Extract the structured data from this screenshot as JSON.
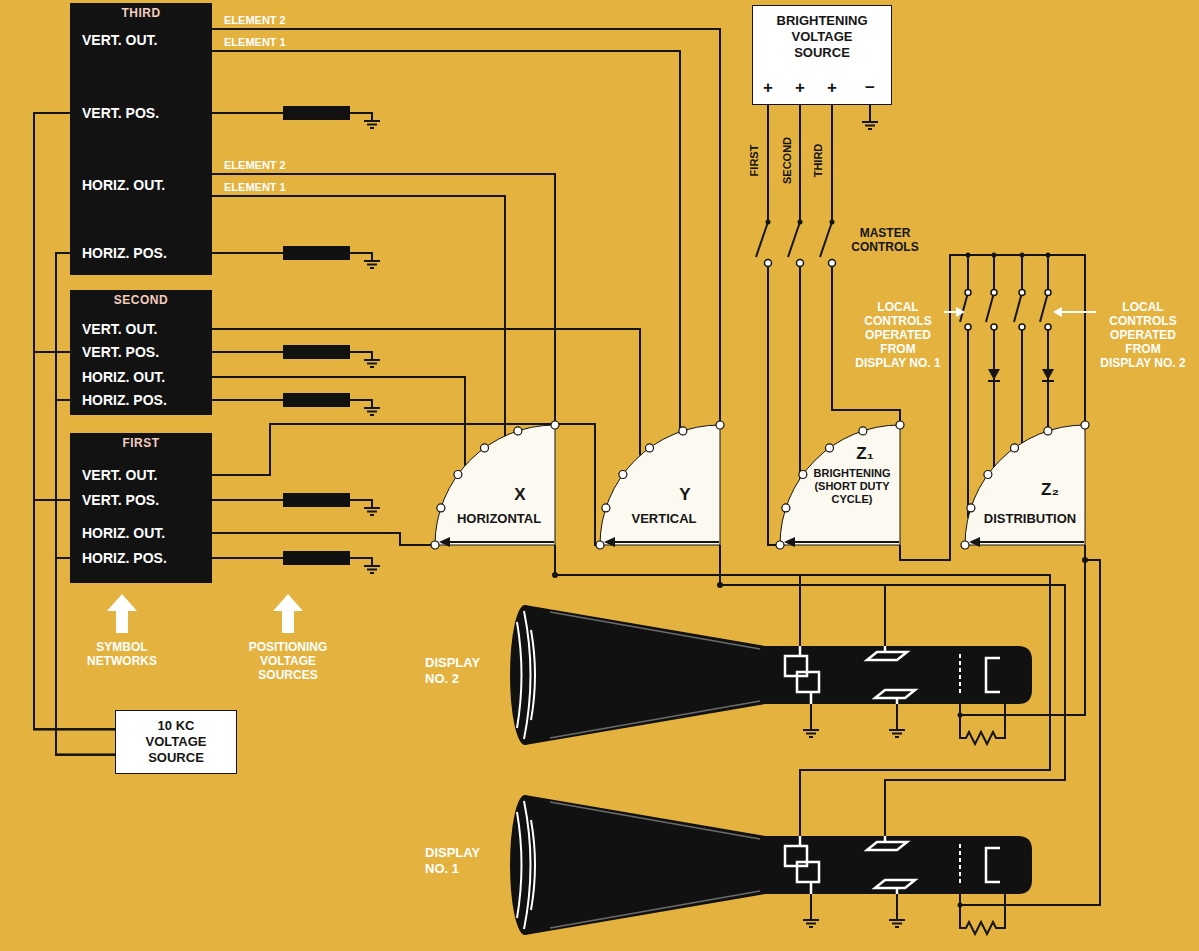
{
  "diagram": {
    "nodes": [
      {
        "text": [
          "THIRD",
          "VERT. OUT.",
          "VERT. POS.",
          "HORIZ. OUT.",
          "HORIZ. POS."
        ]
      },
      {
        "text": [
          "BRIGHTENING VOLTAGE SOURCE",
          "+",
          "+",
          "+",
          "−"
        ]
      },
      {
        "text": [
          "SECOND",
          "VERT. OUT.",
          "VERT. POS.",
          "HORIZ. OUT.",
          "HORIZ. POS."
        ]
      },
      {
        "text": [
          "FIRST",
          "VERT. OUT.",
          "VERT. POS.",
          "HORIZ. OUT.",
          "HORIZ. POS."
        ]
      },
      {
        "text": [
          "X",
          "HORIZONTAL"
        ]
      },
      {
        "text": [
          "Y",
          "VERTICAL"
        ]
      },
      {
        "text": [
          "Z₁",
          "BRIGHTENING (SHORT DUTY CYCLE)"
        ]
      },
      {
        "text": [
          "Z₂",
          "DISTRIBUTION"
        ]
      },
      {
        "text": [
          "DISPLAY NO. 2"
        ]
      },
      {
        "text": [
          "10 KC VOLTAGE SOURCE"
        ]
      },
      {
        "text": [
          "DISPLAY NO. 1"
        ]
      }
    ],
    "edges": [
      {
        "from": 0,
        "to": 5,
        "label": "ELEMENT 2",
        "arrow": "none"
      },
      {
        "from": 0,
        "to": 5,
        "label": "ELEMENT 1",
        "arrow": "none"
      },
      {
        "from": 0,
        "to": 4,
        "label": "ELEMENT 2",
        "arrow": "none"
      },
      {
        "from": 0,
        "to": 4,
        "label": "ELEMENT 1",
        "arrow": "none"
      },
      {
        "from": 2,
        "to": 5,
        "arrow": "none"
      },
      {
        "from": 2,
        "to": 4,
        "arrow": "none"
      },
      {
        "from": 3,
        "to": 5,
        "arrow": "none"
      },
      {
        "from": 3,
        "to": 4,
        "arrow": "none"
      },
      {
        "from": 9,
        "to": 0,
        "arrow": "none"
      },
      {
        "from": 9,
        "to": 2,
        "arrow": "none"
      },
      {
        "from": 9,
        "to": 3,
        "arrow": "none"
      },
      {
        "from": 9,
        "to": 0,
        "arrow": "none"
      },
      {
        "from": 9,
        "to": 2,
        "arrow": "none"
      },
      {
        "from": 9,
        "to": 3,
        "arrow": "none"
      },
      {
        "from": 1,
        "to": 6,
        "label": "FIRST",
        "arrow": "none"
      },
      {
        "from": 1,
        "to": 6,
        "label": "SECOND",
        "arrow": "none"
      },
      {
        "from": 1,
        "to": 6,
        "label": "THIRD",
        "arrow": "none"
      },
      {
        "from": 6,
        "to": 7,
        "arrow": "none"
      },
      {
        "from": 4,
        "to": 8,
        "arrow": "none"
      },
      {
        "from": 5,
        "to": 8,
        "arrow": "none"
      },
      {
        "from": 4,
        "to": 10,
        "arrow": "none"
      },
      {
        "from": 5,
        "to": 10,
        "arrow": "none"
      },
      {
        "from": 7,
        "to": 8,
        "arrow": "none"
      },
      {
        "from": 7,
        "to": 10,
        "arrow": "none"
      }
    ],
    "labels": [
      "MASTER CONTROLS",
      "LOCAL CONTROLS OPERATED FROM DISPLAY NO. 1",
      "LOCAL CONTROLS OPERATED FROM DISPLAY NO. 2",
      "SYMBOL NETWORKS",
      "POSITIONING VOLTAGE SOURCES"
    ]
  }
}
